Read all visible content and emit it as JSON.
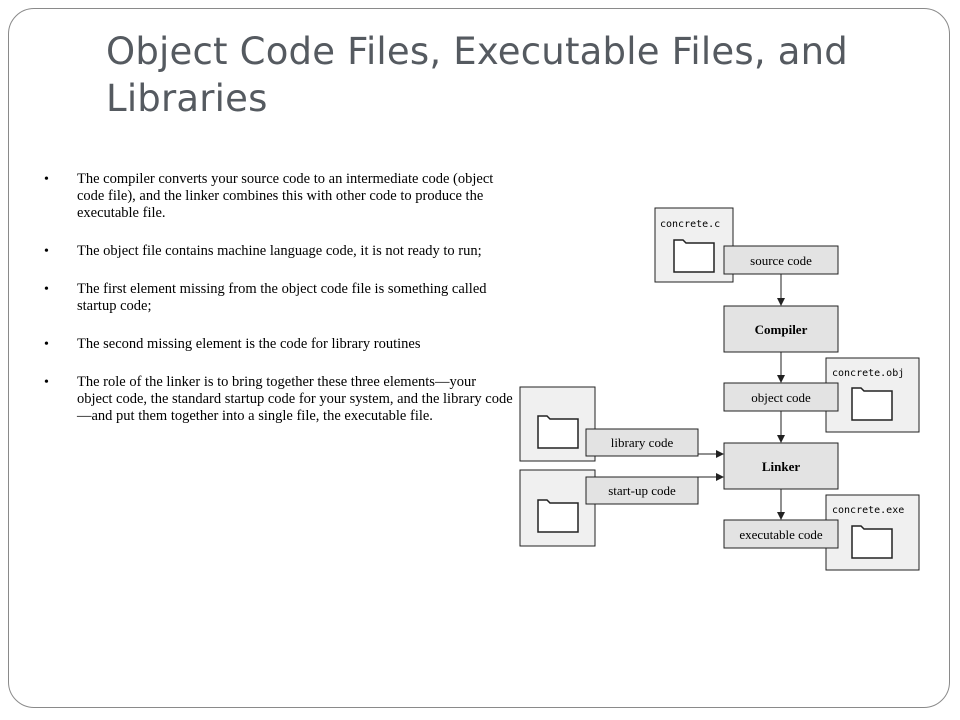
{
  "slide": {
    "title": "Object Code Files, Executable Files, and Libraries",
    "bullets": [
      "The compiler converts your source code to an intermediate code (object code file), and the linker combines this with other code to produce the executable file.",
      "The object file contains machine language code, it is not ready to run;",
      "The first element missing from the object code file is something called startup code;",
      "The second missing element is the code for library routines",
      "The role of the linker is to bring together these three elements—your object code, the standard startup code for your system, and the library code—and put them together into a single file, the executable file."
    ]
  },
  "diagram": {
    "files": {
      "source_file": "concrete.c",
      "object_file": "concrete.obj",
      "exe_file": "concrete.exe"
    },
    "boxes": {
      "source_code": "source code",
      "compiler": "Compiler",
      "object_code": "object code",
      "linker": "Linker",
      "library_code": "library code",
      "startup_code": "start-up code",
      "executable_code": "executable code"
    },
    "colors": {
      "box_fill": "#e3e3e3",
      "file_fill": "#f0f0f0",
      "stroke": "#222222",
      "title": "#555a60"
    }
  }
}
